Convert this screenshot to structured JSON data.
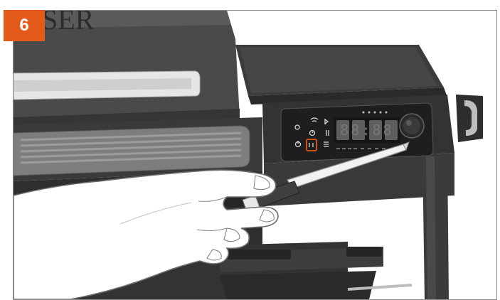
{
  "step": {
    "number": "6"
  },
  "grill": {
    "lid_lettering": "SER",
    "controller_display": "88:88",
    "accent_color": "#e35a1b",
    "body_color": "#3a3a3a",
    "panel_color": "#2b2b2b"
  },
  "icons": [
    "wifi-icon",
    "bluetooth-icon",
    "timer-icon",
    "power-icon",
    "probe-icon",
    "menu-icon",
    "light-icon",
    "control-knob-icon"
  ]
}
